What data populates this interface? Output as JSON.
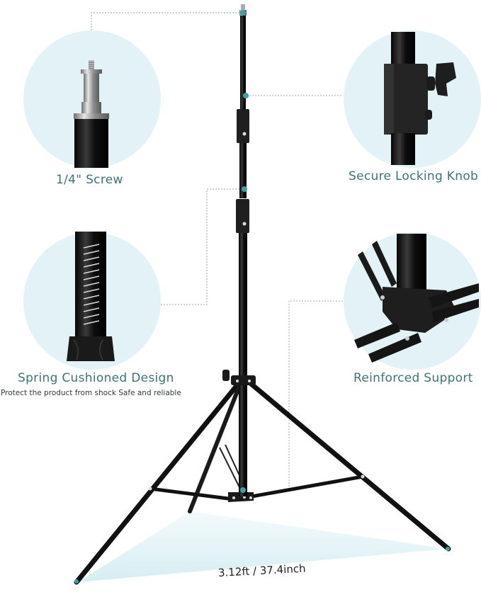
{
  "colors": {
    "background": "#ffffff",
    "circle_fill": "#e2f2f6",
    "label_text": "#3f7378",
    "sub_text": "#333a3c",
    "accent_dot": "#3f9ea6",
    "metal_dark": "#141414",
    "footprint": "#dcf0f4"
  },
  "features": [
    {
      "id": "screw",
      "label": "1/4\" Screw",
      "icon": "screw-spigot-closeup"
    },
    {
      "id": "locking-knob",
      "label": "Secure Locking Knob",
      "icon": "locking-knob-closeup"
    },
    {
      "id": "spring",
      "label": "Spring Cushioned Design",
      "sublabel": "Protect the product from shock Safe and reliable",
      "icon": "spring-cushion-closeup"
    },
    {
      "id": "support",
      "label": "Reinforced Support",
      "icon": "reinforced-bracket-closeup"
    }
  ],
  "dimension": {
    "label": "3.12ft / 37.4inch"
  }
}
